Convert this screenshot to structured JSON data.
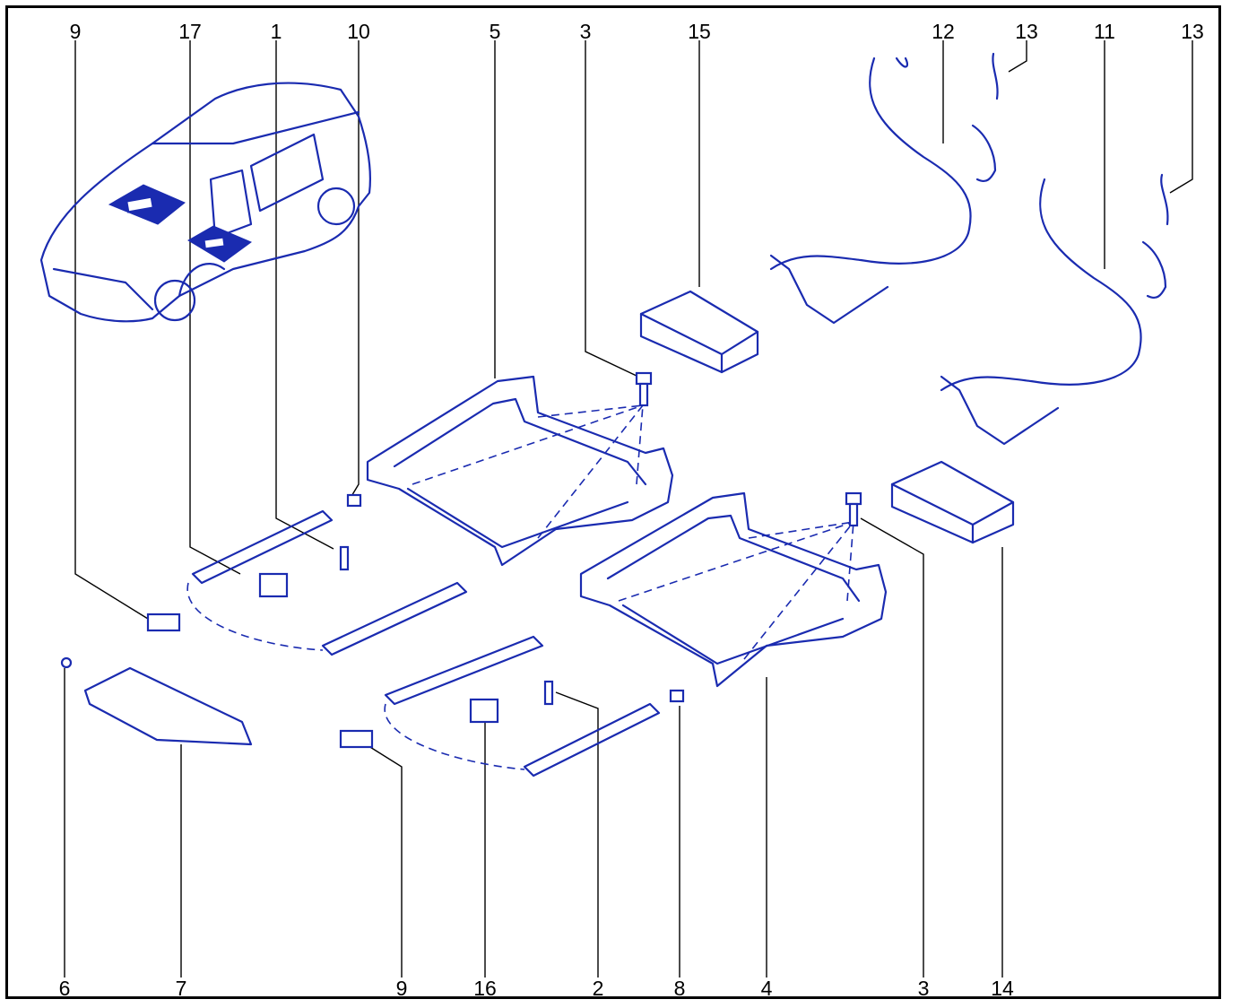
{
  "diagram": {
    "callouts_top": [
      "9",
      "17",
      "1",
      "10",
      "5",
      "3",
      "15",
      "12",
      "13",
      "11",
      "13"
    ],
    "callouts_bottom": [
      "6",
      "7",
      "9",
      "16",
      "2",
      "8",
      "4",
      "3",
      "14"
    ]
  },
  "colors": {
    "line_art": "#1a2bb0",
    "border": "#000000",
    "background": "#ffffff"
  }
}
